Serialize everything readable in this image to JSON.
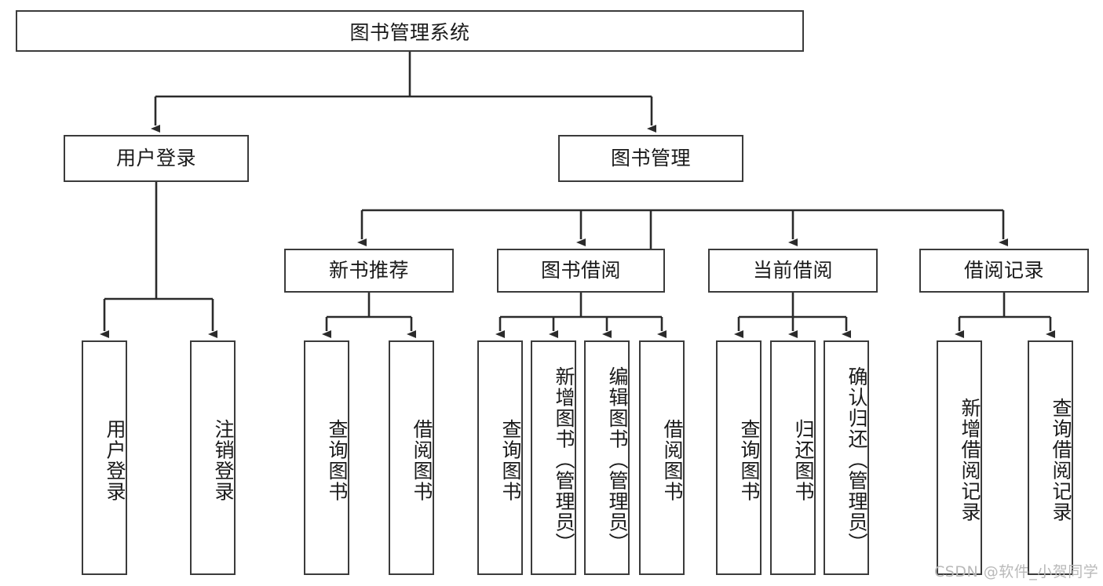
{
  "diagram": {
    "title": "图书管理系统",
    "root": {
      "label": "图书管理系统"
    },
    "tier1": [
      {
        "label": "用户登录"
      },
      {
        "label": "图书管理"
      }
    ],
    "tier2": [
      {
        "label": "新书推荐"
      },
      {
        "label": "图书借阅"
      },
      {
        "label": "当前借阅"
      },
      {
        "label": "借阅记录"
      }
    ],
    "leaves": [
      {
        "label": "用户登录"
      },
      {
        "label": "注销登录"
      },
      {
        "label": "查询图书"
      },
      {
        "label": "借阅图书"
      },
      {
        "label": "查询图书"
      },
      {
        "label": "新增图书（管理员）"
      },
      {
        "label": "编辑图书（管理员）"
      },
      {
        "label": "借阅图书"
      },
      {
        "label": "查询图书"
      },
      {
        "label": "归还图书"
      },
      {
        "label": "确认归还（管理员）"
      },
      {
        "label": "新增借阅记录"
      },
      {
        "label": "查询借阅记录"
      }
    ],
    "colors": {
      "stroke": "#3b3b3b",
      "fill": "#ffffff",
      "text": "#1a1a1a",
      "watermark": "#b9b9b9"
    }
  },
  "watermark": {
    "text": "CSDN @软件_小贺同学"
  }
}
